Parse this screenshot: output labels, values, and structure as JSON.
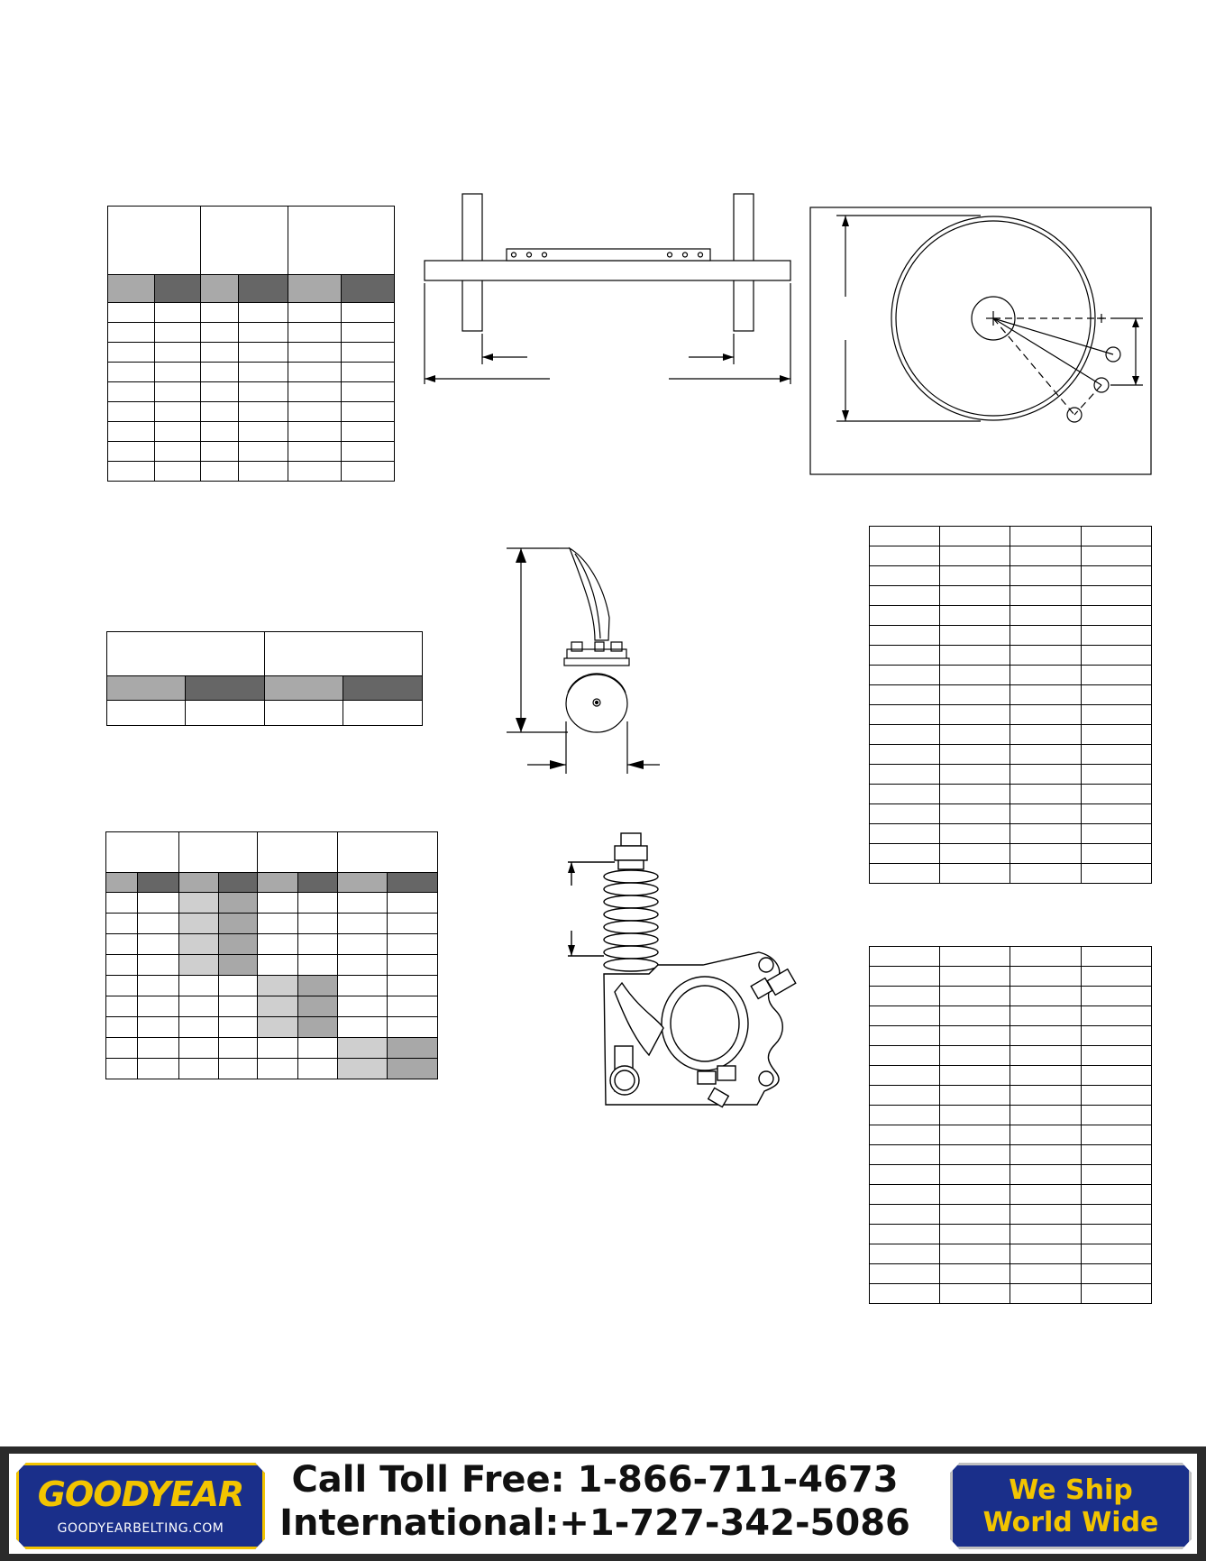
{
  "footer": {
    "brand": "GOODYEAR",
    "brand_url": "GOODYEARBELTING.COM",
    "toll_free": "Call Toll Free: 1-866-711-4673",
    "international": "International:+1-727-342-5086",
    "shipping": "We Ship\nWorld Wide"
  },
  "colors": {
    "header_light": "#a9a9a9",
    "header_dark": "#666666",
    "highlight_light": "#cfcfcf",
    "highlight_medium": "#a8a8a8",
    "brand_blue": "#1a2f8a",
    "brand_yellow": "#f2c400"
  }
}
